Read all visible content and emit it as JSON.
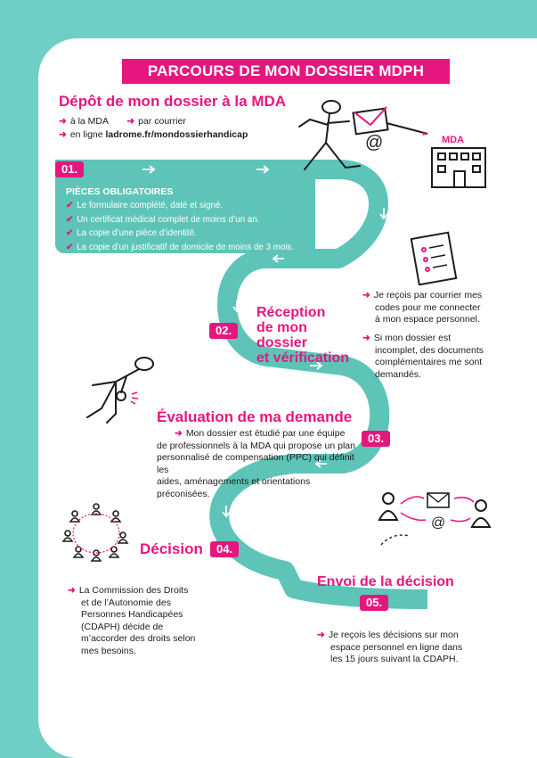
{
  "title": "PARCOURS DE MON DOSSIER MDPH",
  "step1": {
    "number": "01.",
    "heading": "Dépôt de mon dossier à la MDA",
    "line1_a": "à la MDA",
    "line1_b": "par courrier",
    "line2_prefix": "en ligne",
    "line2_link": "ladrome.fr/mondossierhandicap",
    "box_title": "PIÈCES OBLIGATOIRES",
    "items": [
      "Le formulaire complété, daté et signé.",
      "Un certificat médical complet de moins d’un an.",
      "La copie d’une pièce d’identité.",
      "La copie d’un justificatif de domicile de moins de 3 mois."
    ]
  },
  "illustration": {
    "mda_label": "MDA",
    "at_symbol": "@"
  },
  "step2": {
    "number": "02.",
    "heading_lines": [
      "Réception",
      "de mon dossier",
      "et vérification"
    ],
    "bullets": [
      [
        "Je reçois par courrier mes",
        "codes pour me connecter",
        "à mon espace personnel."
      ],
      [
        "Si mon dossier est",
        "incomplet, des documents",
        "complémentaires me sont",
        "demandés."
      ]
    ]
  },
  "step3": {
    "number": "03.",
    "heading": "Évaluation de ma demande",
    "lines": [
      "Mon dossier est étudié par une équipe",
      "de professionnels à la MDA qui propose un plan",
      "personnalisé de compensation (PPC) qui définit les",
      "aides, aménagements et orientations préconisées."
    ]
  },
  "step4": {
    "number": "04.",
    "heading": "Décision",
    "lines": [
      "La Commission des Droits",
      "et de l’Autonomie des",
      "Personnes Handicapées",
      "(CDAPH) décide de",
      "m’accorder des droits selon",
      "mes besoins."
    ]
  },
  "step5": {
    "number": "05.",
    "heading": "Envoi de la décision",
    "lines": [
      "Je reçois les décisions sur mon",
      "espace personnel en ligne dans",
      "les 15 jours suivant la CDAPH."
    ]
  },
  "colors": {
    "pink": "#e5177e",
    "teal": "#5ec4b8",
    "bg": "#6fcfc4"
  },
  "icons": [
    "arrow-right-icon",
    "check-icon",
    "envelope-icon",
    "at-icon",
    "building-icon",
    "clipboard-icon",
    "magnifier-icon",
    "person-icon"
  ]
}
